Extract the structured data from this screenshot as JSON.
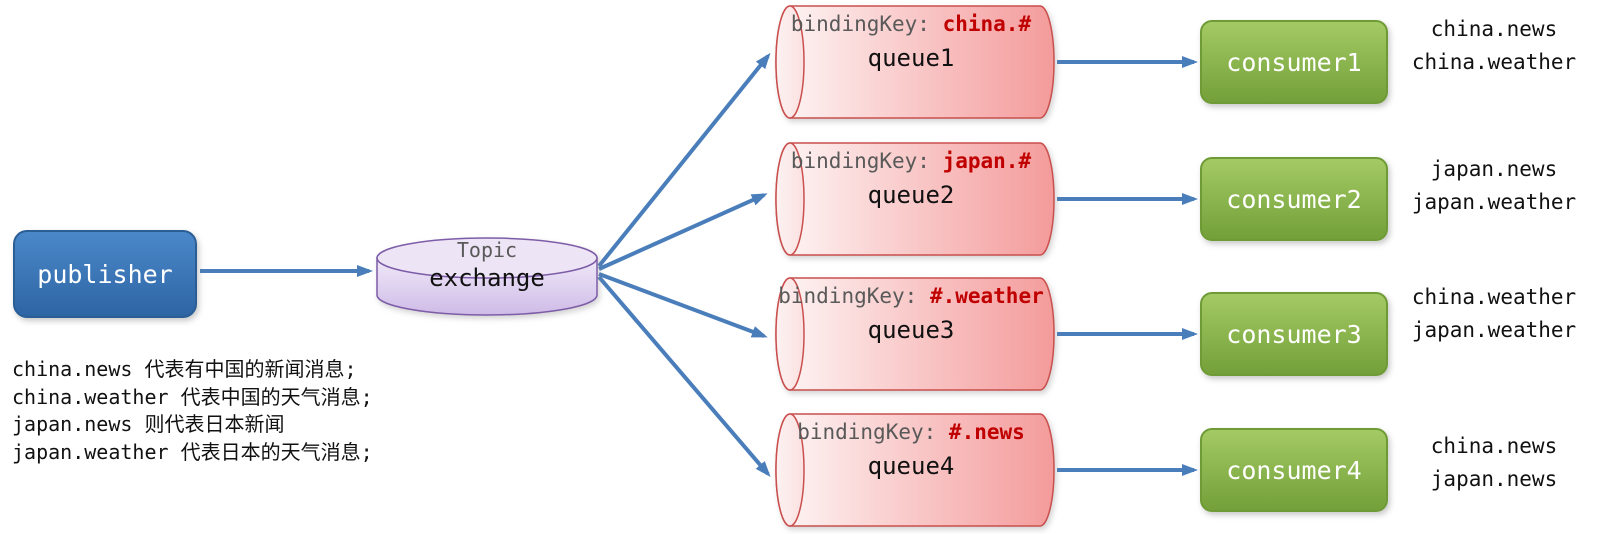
{
  "diagram": {
    "publisher": {
      "label": "publisher"
    },
    "exchange": {
      "type": "Topic",
      "name": "exchange"
    },
    "queues": [
      {
        "binding_label": "bindingKey: ",
        "binding_key": "china.#",
        "name": "queue1"
      },
      {
        "binding_label": "bindingKey: ",
        "binding_key": "japan.#",
        "name": "queue2"
      },
      {
        "binding_label": "bindingKey: ",
        "binding_key": "#.weather",
        "name": "queue3"
      },
      {
        "binding_label": "bindingKey: ",
        "binding_key": "#.news",
        "name": "queue4"
      }
    ],
    "consumers": [
      {
        "name": "consumer1",
        "messages": [
          "china.news",
          "china.weather"
        ]
      },
      {
        "name": "consumer2",
        "messages": [
          "japan.news",
          "japan.weather"
        ]
      },
      {
        "name": "consumer3",
        "messages": [
          "china.weather",
          "japan.weather"
        ]
      },
      {
        "name": "consumer4",
        "messages": [
          "china.news",
          "japan.news"
        ]
      }
    ],
    "legend": [
      {
        "key": "china.news",
        "desc": " 代表有中国的新闻消息;"
      },
      {
        "key": "china.weather",
        "desc": " 代表中国的天气消息;"
      },
      {
        "key": "japan.news",
        "desc": " 则代表日本新闻"
      },
      {
        "key": "japan.weather",
        "desc": " 代表日本的天气消息;"
      }
    ],
    "colors": {
      "publisher_blue": "#3b76b8",
      "exchange_purple": "#ddcdef",
      "queue_pink": "#f7a9a9",
      "consumer_green": "#8cb94f",
      "arrow_blue": "#4a7ebb",
      "binding_key_red": "#c00000",
      "label_gray": "#595959"
    }
  }
}
